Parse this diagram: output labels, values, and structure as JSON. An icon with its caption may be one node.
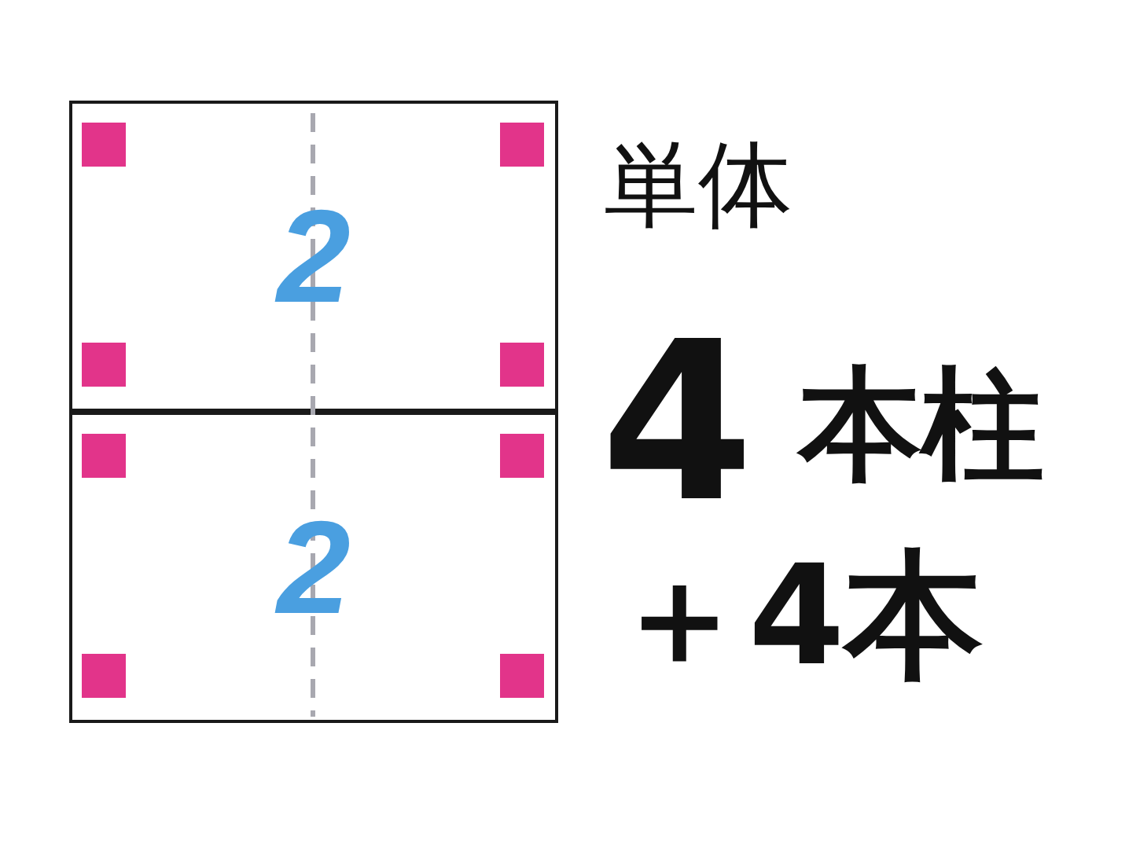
{
  "diagram": {
    "nodes": [
      {
        "text": [
          "2"
        ]
      },
      {
        "text": [
          "2"
        ]
      }
    ],
    "labels": [
      "単体",
      "4",
      "本柱",
      "＋4本"
    ]
  }
}
